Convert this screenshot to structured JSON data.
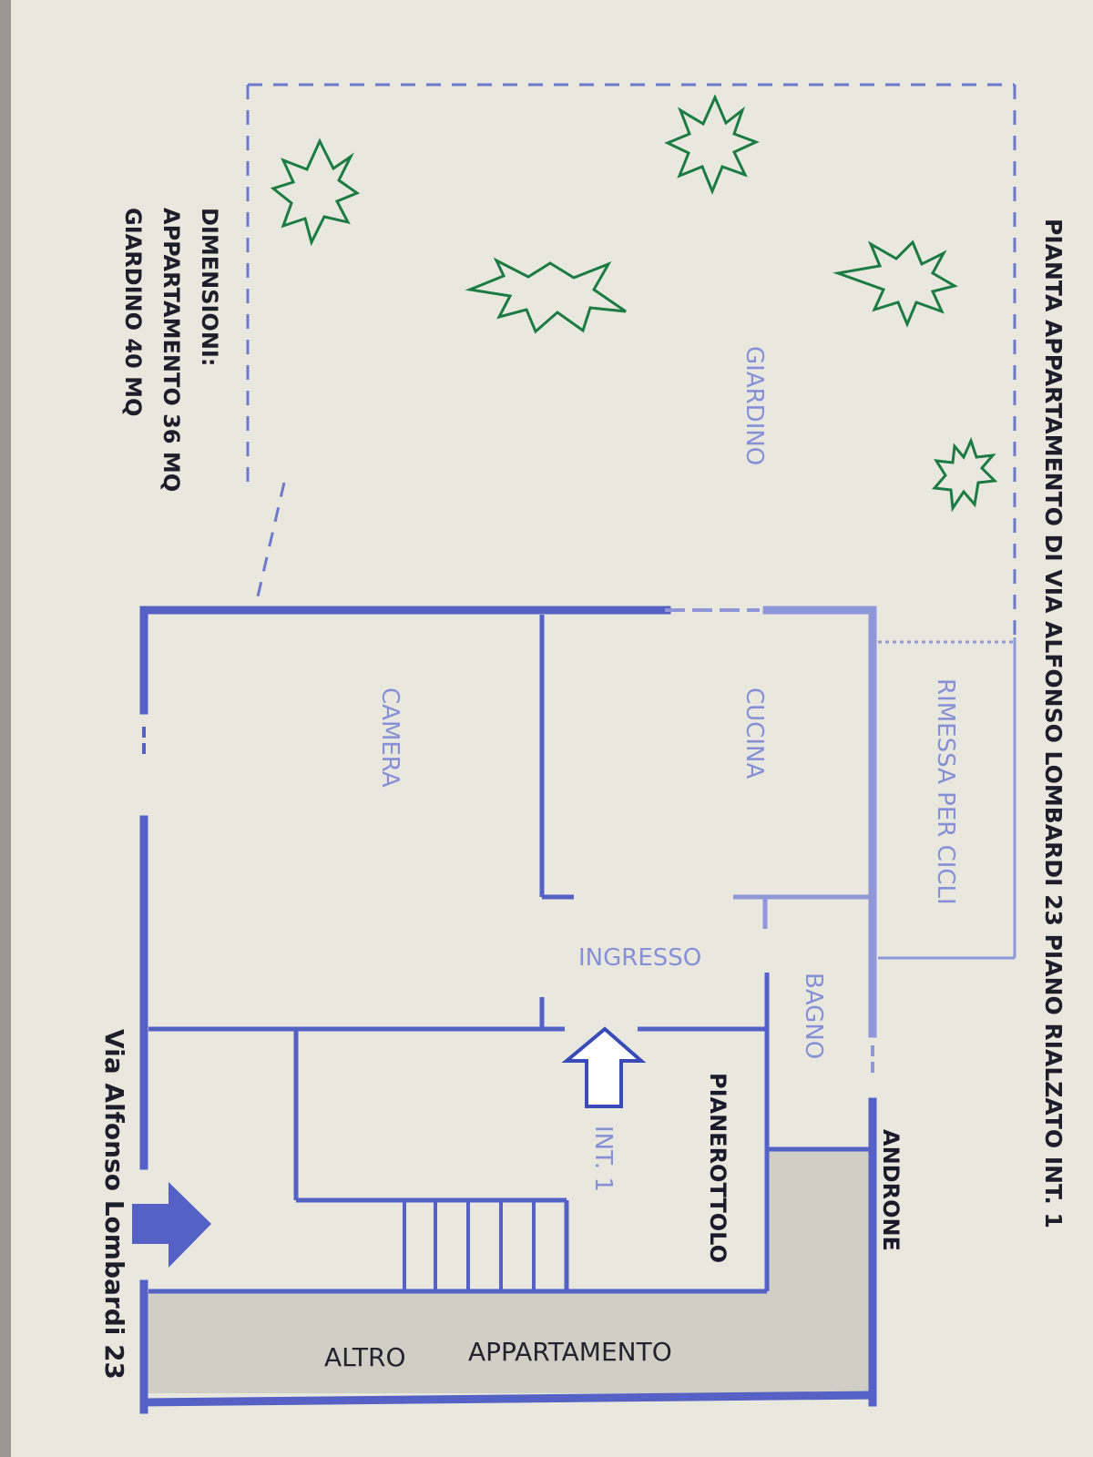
{
  "title": "PIANTA APPARTAMENTO DI VIA ALFONSO LOMBARDI 23 PIANO RIALZATO INT. 1",
  "street_label": "Via Alfonso Lombardi 23",
  "rooms": {
    "giardino": "GIARDINO",
    "rimessa": "RIMESSA PER CICLI",
    "cucina": "CUCINA",
    "camera": "CAMERA",
    "ingresso": "INGRESSO",
    "bagno": "BAGNO",
    "pianerottolo": "PIANEROTTOLO",
    "int1": "INT. 1",
    "androne": "ANDRONE",
    "altro": "ALTRO",
    "appartamento": "APPARTAMENTO"
  },
  "dimensions": {
    "heading": "DIMENSIONI:",
    "apartment": "APPARTAMENTO 36 MQ",
    "garden": "GIARDINO 40 MQ"
  },
  "colors": {
    "wall": "#5561c4",
    "wall_light": "#8f97d8",
    "plant": "#1c7a45",
    "paper": "#e9e8df",
    "shaded": "#cfcfc6"
  }
}
